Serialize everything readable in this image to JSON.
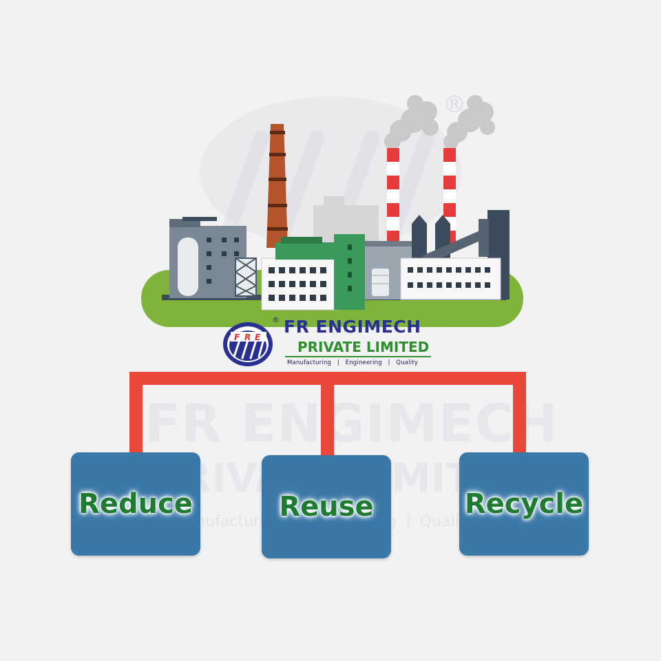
{
  "brand": {
    "name": "FR ENGIMECH",
    "subtitle": "PRIVATE LIMITED",
    "tagline": "Manufacturing   |   Engineering   |   Quality",
    "logo_letters": [
      "F",
      "R",
      "E"
    ],
    "registered_mark": "®"
  },
  "watermark": {
    "line1": "FR ENGIMECH",
    "line2": "PRIVATE LIMITED",
    "line3": "Manufacturing  |  Engineering  |  Quality",
    "registered_mark": "®"
  },
  "actions": [
    {
      "label": "Reduce"
    },
    {
      "label": "Reuse"
    },
    {
      "label": "Recycle"
    }
  ],
  "colors": {
    "background": "#f2f2f2",
    "connector": "#e8473a",
    "box": "#3a78a8",
    "label": "#1f7a32",
    "ground": "#7fb33a",
    "brand_blue": "#2a2f92",
    "brand_green": "#2e8f2e"
  },
  "icons": {
    "factory": "factory-illustration",
    "logo": "fre-logo-icon"
  }
}
